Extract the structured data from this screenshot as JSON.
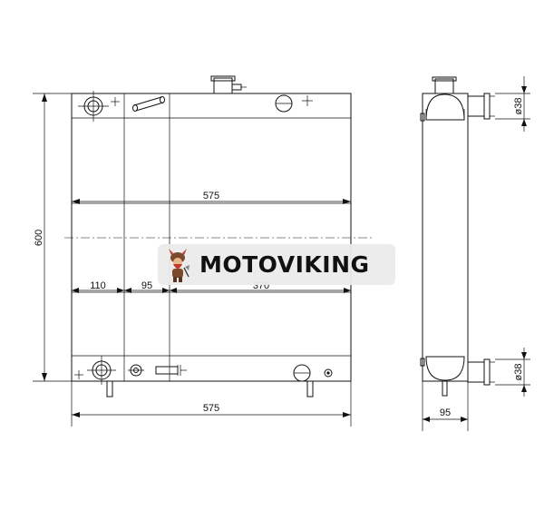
{
  "drawing": {
    "front_view": {
      "height_label": "600",
      "width_label_top": "575",
      "width_label_bottom": "575",
      "segment_labels": [
        "110",
        "95",
        "370"
      ]
    },
    "side_view": {
      "pipe_top_label": "ø38",
      "pipe_bottom_label": "ø38",
      "depth_label": "95"
    }
  },
  "logo": {
    "text": "MOTOVIKING",
    "colors": {
      "text": "#111111",
      "badge_red": "#c0392b",
      "badge_brown": "#7a4a2a"
    }
  }
}
